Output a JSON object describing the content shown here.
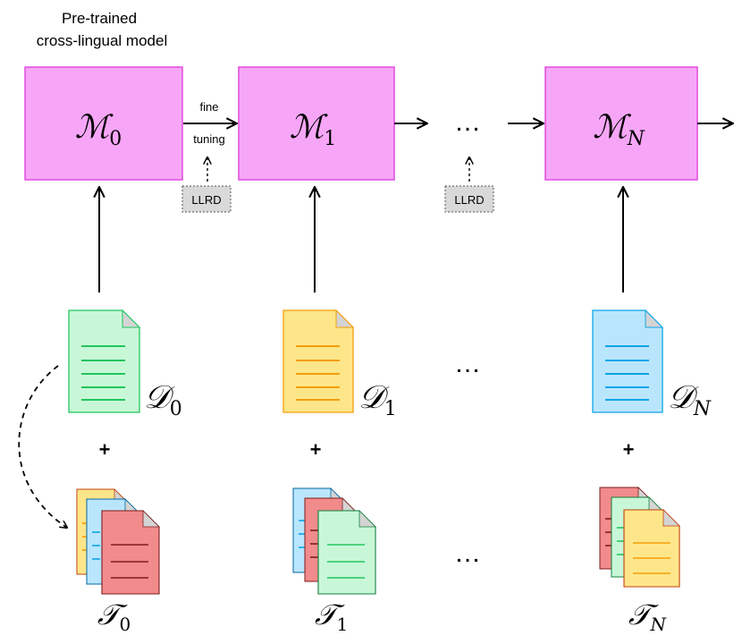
{
  "header": {
    "line1": "Pre-trained",
    "line2": "cross-lingual model"
  },
  "models": [
    {
      "symbol": "ℳ",
      "sub": "0"
    },
    {
      "symbol": "ℳ",
      "sub": "1"
    },
    {
      "symbol": "ℳ",
      "sub": "N"
    }
  ],
  "fine_tuning": {
    "line1": "fine",
    "line2": "tuning"
  },
  "llrd_label": "LLRD",
  "ellipsis": "…",
  "datasets": [
    {
      "symbol": "𝒟",
      "sub": "0"
    },
    {
      "symbol": "𝒟",
      "sub": "1"
    },
    {
      "symbol": "𝒟",
      "sub": "N"
    }
  ],
  "plus": "+",
  "tasks": [
    {
      "symbol": "𝒯",
      "sub": "0"
    },
    {
      "symbol": "𝒯",
      "sub": "1"
    },
    {
      "symbol": "𝒯",
      "sub": "N"
    }
  ],
  "colors": {
    "model_fill": "#f7a6f7",
    "model_stroke": "#e24be2",
    "green_doc": "#c8f7d8",
    "green_line": "#22c55e",
    "yellow_doc": "#fde68a",
    "yellow_line": "#f59e0b",
    "blue_doc": "#bae6fd",
    "blue_line": "#0ea5e9",
    "red_doc": "#f28b8b",
    "red_line": "#7f1d1d",
    "llrd_fill": "#d9d9d9"
  }
}
